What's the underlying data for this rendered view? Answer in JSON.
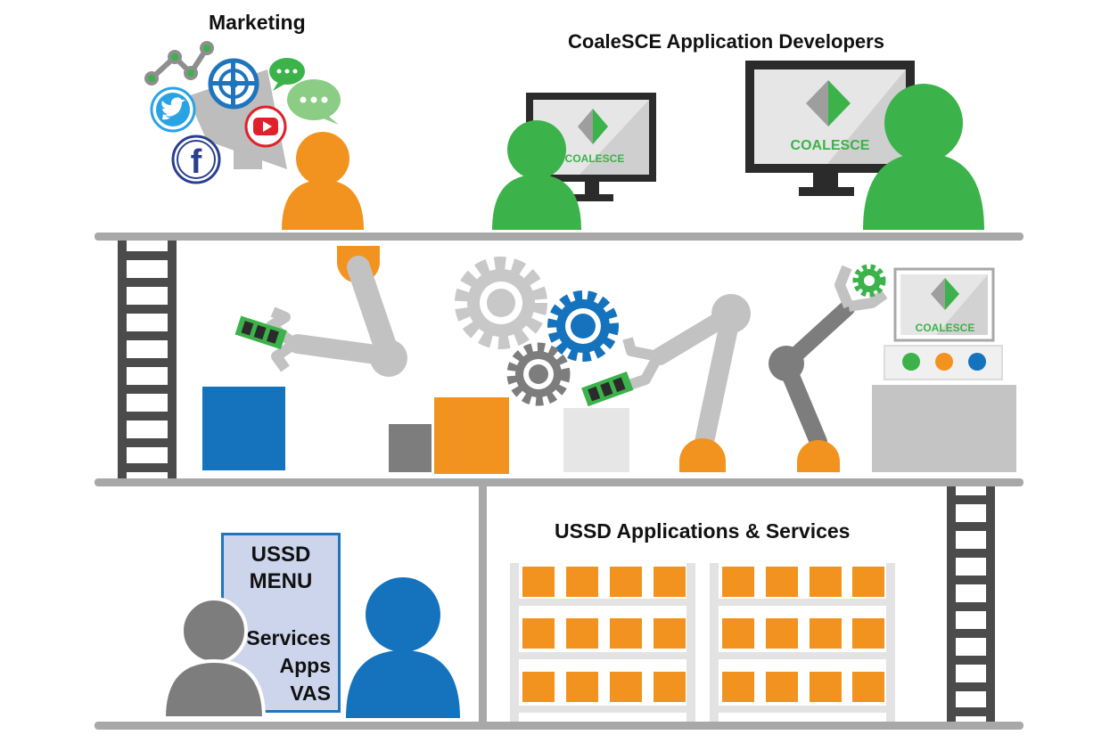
{
  "labels": {
    "marketing": "Marketing",
    "developers": "CoaleSCE Application Developers",
    "ussd_apps": "USSD Applications & Services"
  },
  "ussd_menu": {
    "line1": "USSD",
    "line2": "MENU",
    "items": [
      "Services",
      "Apps",
      "VAS"
    ]
  },
  "brand": {
    "name": "COALESCE"
  },
  "icons": {
    "twitter": "twitter-icon",
    "facebook": "facebook-icon",
    "youtube": "youtube-icon",
    "target": "target-icon",
    "chat": "chat-bubble-icon",
    "megaphone": "megaphone-icon"
  },
  "colors": {
    "orange": "#f3931f",
    "green": "#3bb34a",
    "blue": "#1473bc",
    "gray": "#7d7d7d",
    "light_gray": "#c4c4c4",
    "shelf": "#a6a6a6",
    "ladder": "#4a4a4a"
  }
}
